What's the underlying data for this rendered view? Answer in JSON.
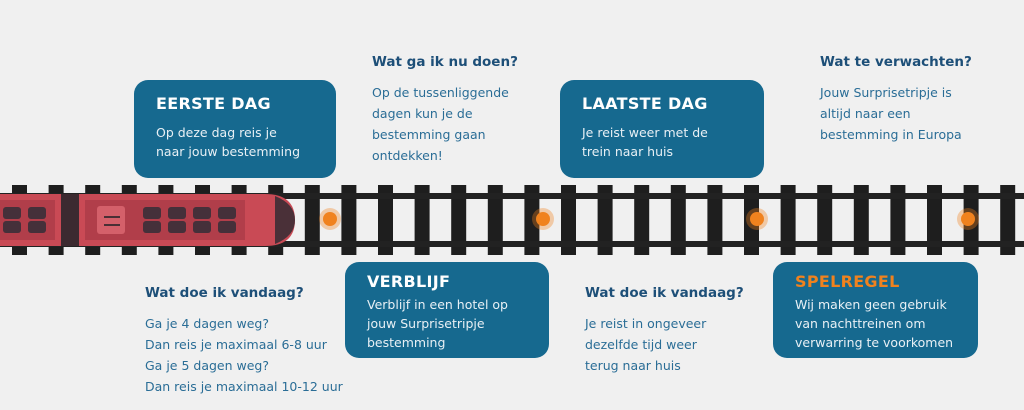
{
  "colors": {
    "background": "#f0f0f0",
    "box": "#16698f",
    "accent": "#f0821e",
    "train": "#c94a55"
  },
  "boxes": [
    {
      "title": "EERSTE DAG",
      "lines": [
        "Op deze dag reis je",
        "naar jouw bestemming"
      ]
    },
    {
      "title": "VERBLIJF",
      "lines": [
        "Verblijf in een hotel op",
        "jouw Surprisetripje",
        "bestemming"
      ]
    },
    {
      "title": "LAATSTE DAG",
      "lines": [
        "Je reist weer met de",
        "trein naar huis"
      ]
    },
    {
      "title": "SPELREGEL",
      "lines": [
        "Wij maken geen gebruik",
        "van nachttreinen om",
        "verwarring te voorkomen"
      ]
    }
  ],
  "notes": [
    {
      "title": "Wat ga ik nu doen?",
      "lines": [
        "Op de tussenliggende",
        "dagen kun je de",
        "bestemming gaan",
        "ontdekken!"
      ]
    },
    {
      "title": "Wat te verwachten?",
      "lines": [
        "Jouw Surprisetripje is",
        "altijd naar een",
        "bestemming in Europa"
      ]
    },
    {
      "title": "Wat doe ik vandaag?",
      "lines": [
        "Ga je 4 dagen weg?",
        "Dan reis je maximaal 6-8 uur",
        "Ga je 5 dagen weg?",
        "Dan reis je maximaal 10-12 uur"
      ]
    },
    {
      "title": "Wat doe ik vandaag?",
      "lines": [
        "Je reist in ongeveer",
        "dezelfde tijd weer",
        "terug naar huis"
      ]
    }
  ],
  "icons": [
    "train-icon",
    "railway-track",
    "stop-marker"
  ]
}
